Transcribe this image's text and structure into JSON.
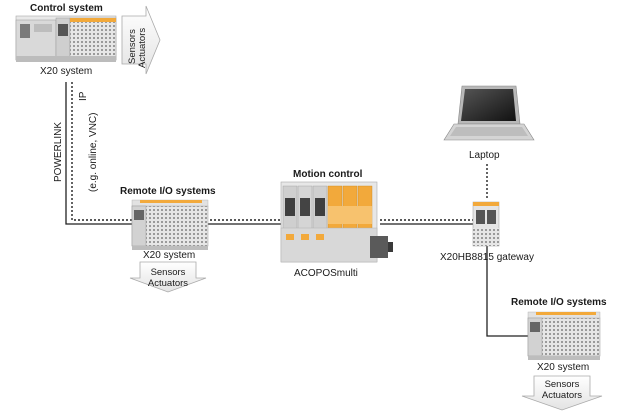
{
  "control": {
    "title": "Control system",
    "device_label": "X20 system",
    "io_label_1": "Sensors",
    "io_label_2": "Actuators"
  },
  "connections": {
    "powerlink": "POWERLINK",
    "ip": "IP",
    "ip_note": "(e.g. online, VNC)"
  },
  "remote_left": {
    "title": "Remote I/O systems",
    "device_label": "X20 system",
    "io_label_1": "Sensors",
    "io_label_2": "Actuators"
  },
  "motion": {
    "title": "Motion control",
    "device_label": "ACOPOSmulti"
  },
  "laptop": {
    "label": "Laptop"
  },
  "gateway": {
    "label": "X20HB8815 gateway"
  },
  "remote_right": {
    "title": "Remote I/O systems",
    "device_label": "X20 system",
    "io_label_1": "Sensors",
    "io_label_2": "Actuators"
  },
  "colors": {
    "module_gray": "#d6d6d6",
    "module_dark": "#6b6b6b",
    "accent_orange": "#f2a93b",
    "arrow_fill": "#f4f4f4",
    "line": "#222222"
  }
}
